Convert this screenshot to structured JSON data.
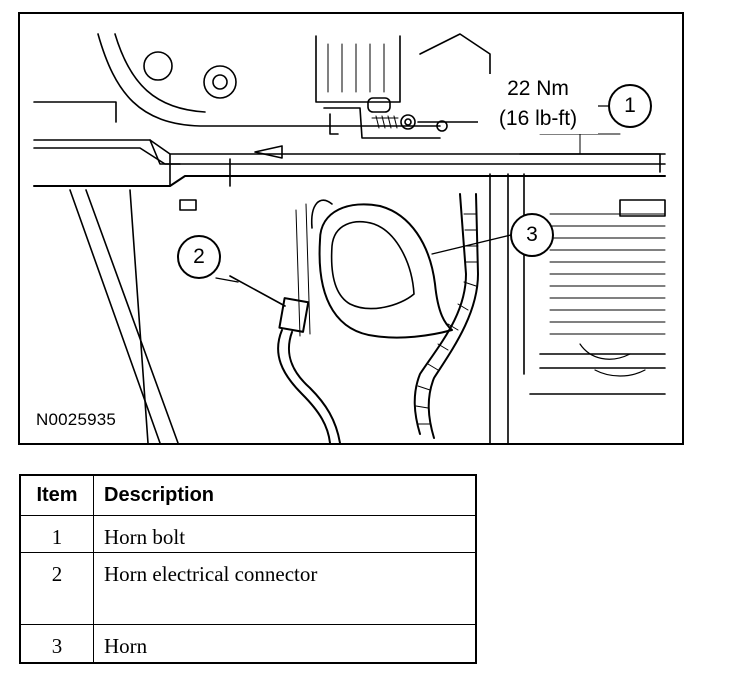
{
  "figure": {
    "id": "N0025935",
    "torque_nm": "22 Nm",
    "torque_lbft": "(16 lb-ft)",
    "callouts": [
      "1",
      "2",
      "3"
    ]
  },
  "table": {
    "headers": {
      "item": "Item",
      "description": "Description"
    },
    "rows": [
      {
        "item": "1",
        "description": "Horn bolt"
      },
      {
        "item": "2",
        "description": "Horn electrical connector"
      },
      {
        "item": "3",
        "description": "Horn"
      }
    ]
  }
}
